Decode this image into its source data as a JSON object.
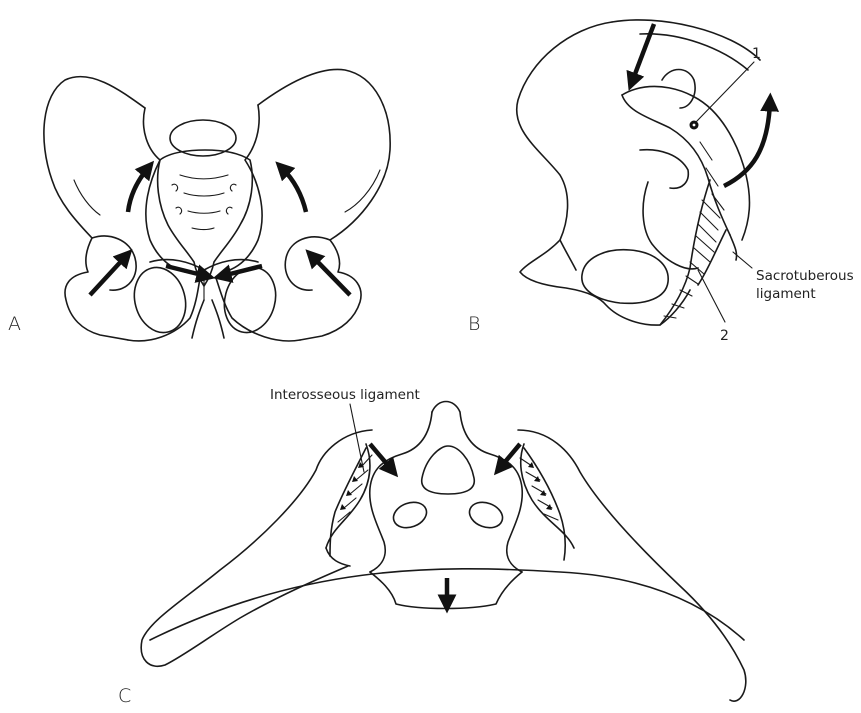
{
  "panels": {
    "a": {
      "letter": "A"
    },
    "b": {
      "letter": "B",
      "marker_1": "1",
      "marker_2": "2",
      "ligament_label_line1": "Sacrotuberous",
      "ligament_label_line2": "ligament"
    },
    "c": {
      "letter": "C",
      "ligament_label": "Interosseous ligament"
    }
  },
  "icons": [
    "arrow-icon",
    "curved-arrow-icon",
    "ligament-fibers-icon"
  ]
}
